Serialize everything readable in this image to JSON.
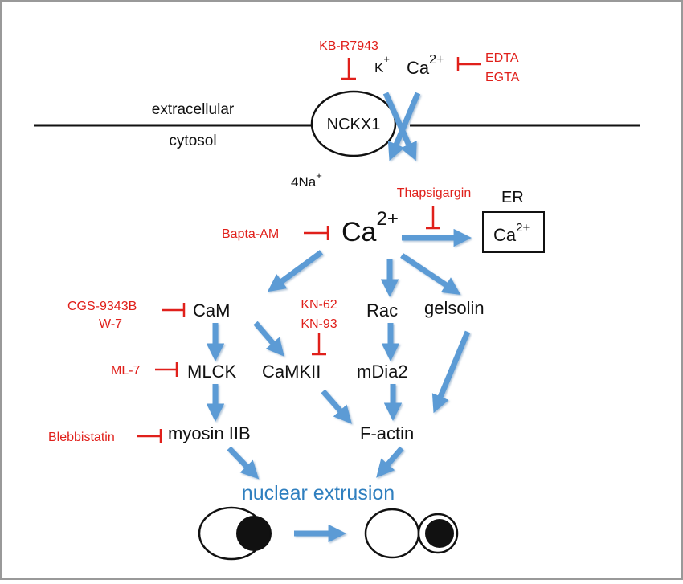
{
  "labels": {
    "extracellular": "extracellular",
    "cytosol": "cytosol",
    "nckx1": "NCKX1",
    "na": "4Na",
    "na_sup": "+",
    "k": "K",
    "k_sup": "+",
    "ca_ext": "Ca",
    "ca_ext_sup": "2+",
    "ca_cyt": "Ca",
    "ca_cyt_sup": "2+",
    "er": "ER",
    "ca_er": "Ca",
    "ca_er_sup": "2+",
    "cam": "CaM",
    "rac": "Rac",
    "gelsolin": "gelsolin",
    "mlck": "MLCK",
    "camkii": "CaMKII",
    "mdia2": "mDia2",
    "myosin": "myosin IIB",
    "factin": "F-actin",
    "nuclear_extrusion": "nuclear extrusion"
  },
  "inhibitors": {
    "kb": "KB-R7943",
    "edta": "EDTA",
    "egta": "EGTA",
    "thapsigargin": "Thapsigargin",
    "bapta": "Bapta-AM",
    "cgs": "CGS-9343B",
    "w7": "W-7",
    "kn62": "KN-62",
    "kn93": "KN-93",
    "ml7": "ML-7",
    "blebbistatin": "Blebbistatin"
  },
  "colors": {
    "activation": "#5b9bd5",
    "inhibition": "#e0201b",
    "text": "#111111",
    "nuclear_extrusion": "#2f7fbf"
  }
}
